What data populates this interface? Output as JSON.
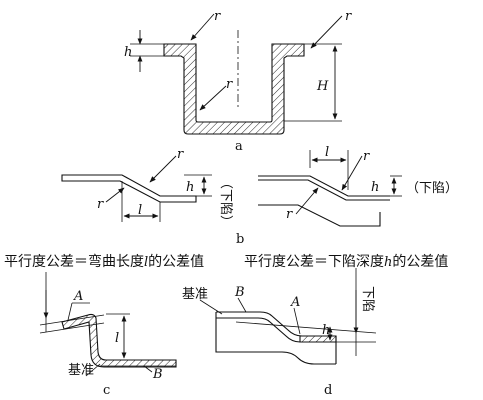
{
  "labels": {
    "r": "r",
    "h": "h",
    "H": "H",
    "l": "l",
    "A": "A",
    "B": "B",
    "a": "a",
    "b": "b",
    "c": "c",
    "d": "d",
    "sink_paren": "（下陷）",
    "sink_vertical": "（下陷）",
    "sink": "下陷",
    "datum": "基准"
  },
  "headings": {
    "left": "平行度公差＝弯曲长度",
    "left_var": "l",
    "left_tail": "的公差值",
    "right": "平行度公差＝下陷深度",
    "right_var": "h",
    "right_tail": "的公差值"
  }
}
